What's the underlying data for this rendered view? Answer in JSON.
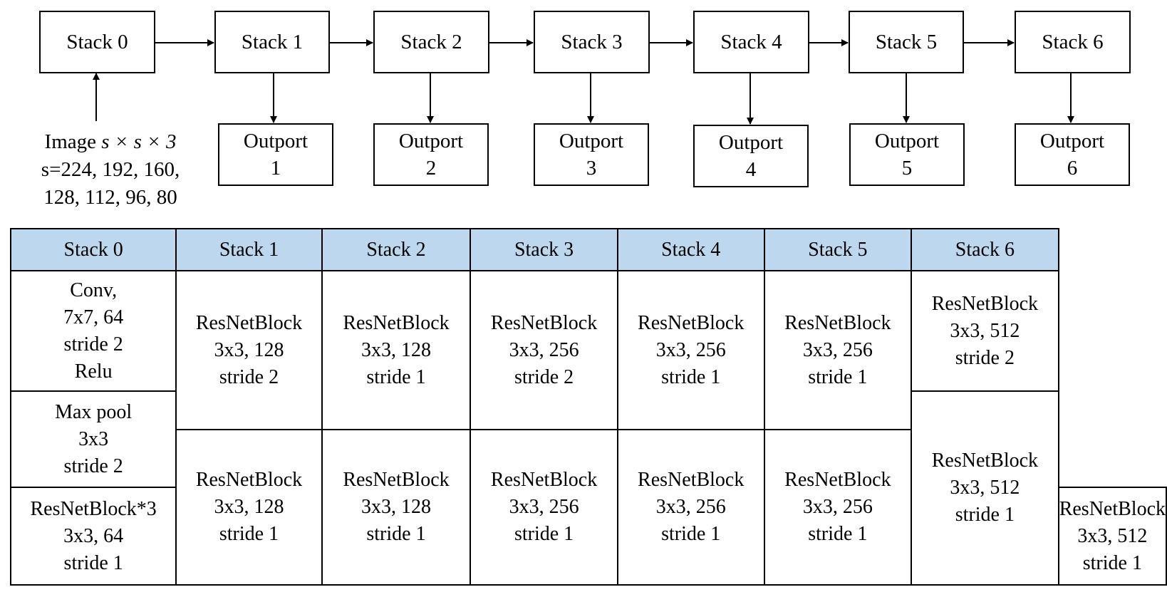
{
  "flow": {
    "stacks": [
      "Stack 0",
      "Stack 1",
      "Stack 2",
      "Stack 3",
      "Stack 4",
      "Stack 5",
      "Stack 6"
    ],
    "outports": [
      {
        "line1": "Outport",
        "line2": "1"
      },
      {
        "line1": "Outport",
        "line2": "2"
      },
      {
        "line1": "Outport",
        "line2": "3"
      },
      {
        "line1": "Outport",
        "line2": "4"
      },
      {
        "line1": "Outport",
        "line2": "5"
      },
      {
        "line1": "Outport",
        "line2": "6"
      }
    ],
    "input": {
      "prefix": "Image ",
      "size": "s × s × 3",
      "line2": "s=224, 192, 160,",
      "line3": "128, 112, 96, 80"
    }
  },
  "table": {
    "headers": [
      "Stack 0",
      "Stack 1",
      "Stack 2",
      "Stack 3",
      "Stack 4",
      "Stack 5",
      "Stack 6"
    ],
    "stack0": {
      "conv": [
        "Conv,",
        "7x7, 64",
        "stride 2",
        "Relu"
      ],
      "maxpool": [
        "Max pool",
        "3x3",
        "stride 2"
      ],
      "resblock": [
        "ResNetBlock*3",
        "3x3, 64",
        "stride 1"
      ]
    },
    "middle": [
      {
        "top": [
          "ResNetBlock",
          "3x3, 128",
          "stride 2"
        ],
        "bottom": [
          "ResNetBlock",
          "3x3, 128",
          "stride 1"
        ]
      },
      {
        "top": [
          "ResNetBlock",
          "3x3, 128",
          "stride 1"
        ],
        "bottom": [
          "ResNetBlock",
          "3x3, 128",
          "stride 1"
        ]
      },
      {
        "top": [
          "ResNetBlock",
          "3x3, 256",
          "stride 2"
        ],
        "bottom": [
          "ResNetBlock",
          "3x3, 256",
          "stride 1"
        ]
      },
      {
        "top": [
          "ResNetBlock",
          "3x3, 256",
          "stride 1"
        ],
        "bottom": [
          "ResNetBlock",
          "3x3, 256",
          "stride 1"
        ]
      },
      {
        "top": [
          "ResNetBlock",
          "3x3, 256",
          "stride 1"
        ],
        "bottom": [
          "ResNetBlock",
          "3x3, 256",
          "stride 1"
        ]
      }
    ],
    "stack6": [
      [
        "ResNetBlock",
        "3x3, 512",
        "stride 2"
      ],
      [
        "ResNetBlock",
        "3x3, 512",
        "stride 1"
      ],
      [
        "ResNetBlock",
        "3x3, 512",
        "stride 1"
      ]
    ]
  }
}
